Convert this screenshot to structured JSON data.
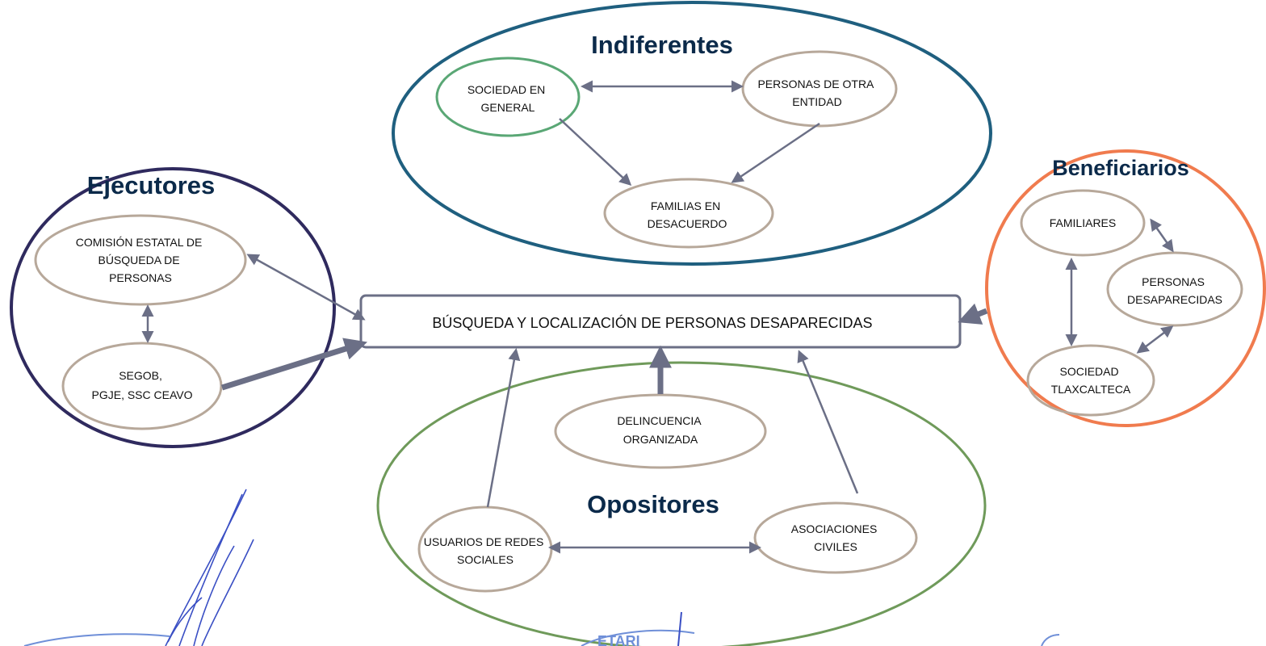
{
  "central_node": {
    "label": "BÚSQUEDA Y LOCALIZACIÓN DE PERSONAS DESAPARECIDAS"
  },
  "groups": {
    "indiferentes": {
      "title": "Indiferentes",
      "nodes": {
        "sociedad": [
          "SOCIEDAD EN",
          "GENERAL"
        ],
        "personas_otra": [
          "PERSONAS DE OTRA",
          "ENTIDAD"
        ],
        "familias": [
          "FAMILIAS EN",
          "DESACUERDO"
        ]
      }
    },
    "ejecutores": {
      "title": "Ejecutores",
      "nodes": {
        "comision": [
          "COMISIÓN ESTATAL DE",
          "BÚSQUEDA DE",
          "PERSONAS"
        ],
        "segob": [
          "SEGOB,",
          "PGJE, SSC  CEAVO"
        ]
      }
    },
    "beneficiarios": {
      "title": "Beneficiarios",
      "nodes": {
        "familiares": [
          "FAMILIARES"
        ],
        "personas_desaparecidas": [
          "PERSONAS",
          "DESAPARECIDAS"
        ],
        "sociedad_tlaxcalteca": [
          "SOCIEDAD",
          "TLAXCALTECA"
        ]
      }
    },
    "opositores": {
      "title": "Opositores",
      "nodes": {
        "delincuencia": [
          "DELINCUENCIA",
          "ORGANIZADA"
        ],
        "usuarios": [
          "USUARIOS DE REDES",
          "SOCIALES"
        ],
        "asociaciones": [
          "ASOCIACIONES",
          "CIVILES"
        ]
      }
    }
  },
  "stamp": {
    "text": "ETARI"
  },
  "colors": {
    "indiferentes": "#1f5f7f",
    "ejecutores": "#2f2a5e",
    "beneficiarios": "#f07b4e",
    "opositores": "#6f9a5a",
    "node_border": "#b7a89a",
    "sociedad_border": "#5aa775",
    "arrow": "#6b6f86",
    "signature": "#3a4fc4",
    "stamp": "#6f8fd8"
  }
}
